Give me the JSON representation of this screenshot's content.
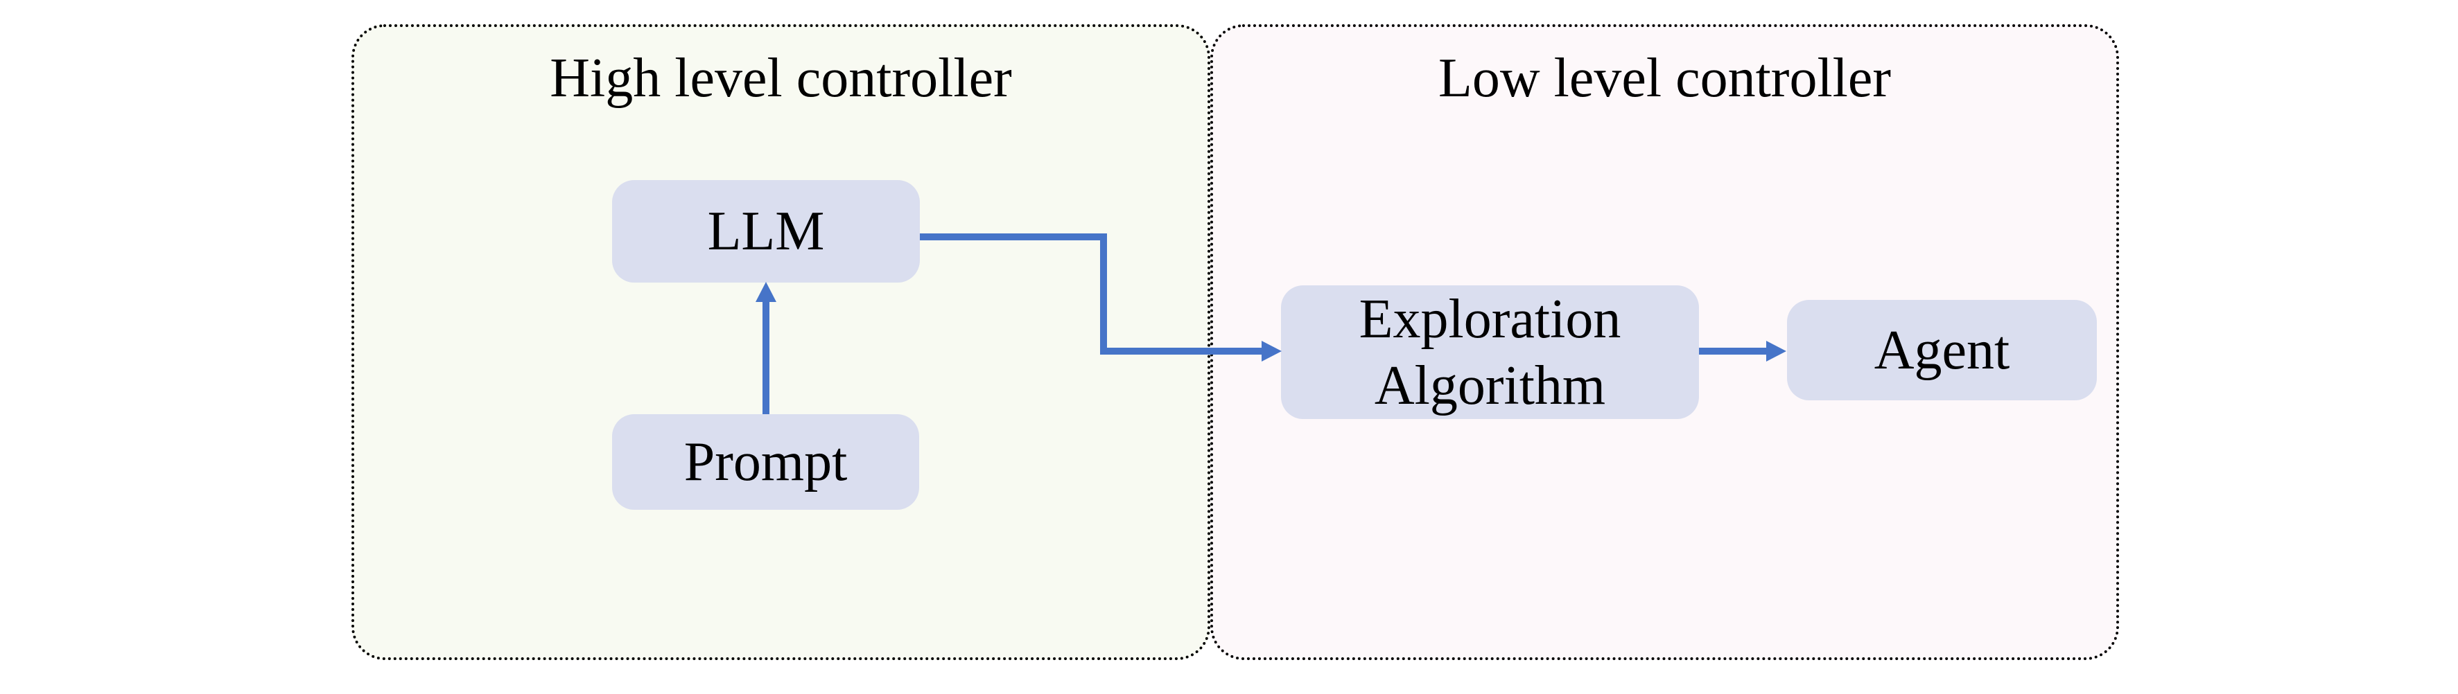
{
  "figure": {
    "high_level": {
      "title": "High level controller",
      "nodes": {
        "llm": "LLM",
        "prompt": "Prompt"
      }
    },
    "low_level": {
      "title": "Low level controller",
      "nodes": {
        "exploration": "Exploration Algorithm",
        "agent": "Agent"
      }
    },
    "edges": [
      {
        "from": "Prompt",
        "to": "LLM"
      },
      {
        "from": "LLM",
        "to": "Exploration Algorithm"
      },
      {
        "from": "Exploration Algorithm",
        "to": "Agent"
      }
    ],
    "colors": {
      "node_fill": "#dadeef",
      "arrow_blue": "#4674c8",
      "high_level_bg": "#f8faf2",
      "low_level_bg": "#fdf8fa",
      "panel_border": "#000000"
    }
  }
}
